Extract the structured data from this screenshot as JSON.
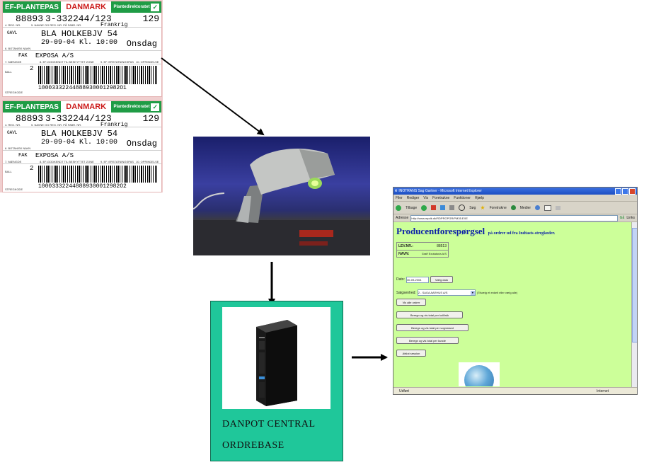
{
  "labels": [
    {
      "header_left": "EF-PLANTEPAS",
      "header_mid": "DANMARK",
      "header_right": "Plantedirektoratet",
      "header_check": "✓",
      "ref_no": "88893",
      "pass_no": "3-332244/123",
      "box_no": "129",
      "origin_country": "Frankrig",
      "addr_label": "GAVL",
      "addr": "BLA HOLKEBJV 54",
      "date_time": "29-09-04 Kl. 10:00",
      "weekday": "Onsdag",
      "sender_label": "FAK",
      "sender": "EXPOSA A/S",
      "count_label": "BALL",
      "count": "2",
      "barcode_text": "100033322448889300012982O1",
      "f4": "4. REG. NR.",
      "f5": "5. NAVNE OG REG. NR. PÅ FABR. NR.",
      "f6": "6. BOTANISK NAVN",
      "f7": "7. MÆNGDE",
      "f8": "8. EF-GODKENDT TIL BESKYTTET ZONE",
      "f9": "9. EF. ERSTATNINGSPAS",
      "f10": "10. OPRINDELSE",
      "f11": "STREGKODE"
    },
    {
      "header_left": "EF-PLANTEPAS",
      "header_mid": "DANMARK",
      "header_right": "Plantedirektoratet",
      "header_check": "✓",
      "ref_no": "88893",
      "pass_no": "3-332244/123",
      "box_no": "129",
      "origin_country": "Frankrig",
      "addr_label": "GAVL",
      "addr": "BLA HOLKEBJV 54",
      "date_time": "29-09-04 Kl. 10:00",
      "weekday": "Onsdag",
      "sender_label": "FAK",
      "sender": "EXPOSA A/S",
      "count_label": "BALL",
      "count": "2",
      "barcode_text": "100033322448889300012982O2",
      "f4": "4. REG. NR.",
      "f5": "5. NAVNE OG REG. NR. PÅ FABR. NR.",
      "f6": "6. BOTANISK NAVN",
      "f7": "7. MÆNGDE",
      "f8": "8. EF-GODKENDT TIL BESKYTTET ZONE",
      "f9": "9. EF. ERSTATNINGSPAS",
      "f10": "10. OPRINDELSE",
      "f11": "STREGKODE"
    }
  ],
  "server": {
    "caption_line1": "DANPOT CENTRAL",
    "caption_line2": "ORDREBASE"
  },
  "browser": {
    "title": "INOTRANS Sag Gartner - Microsoft Internet Explorer",
    "menu": [
      "Filer",
      "Rediger",
      "Vis",
      "Foretrukne",
      "Funktioner",
      "Hjælp"
    ],
    "toolbar_back": "Tilbage",
    "toolbar_search": "Søg",
    "toolbar_favorites": "Foretrukne",
    "toolbar_media": "Medier",
    "address_label": "Adresse",
    "address_value": "http://www.mpdk.dk/RDPROPGR/PM35.EXE",
    "go_label": "Gå",
    "links_label": "Links",
    "page_title": "Producentforespørgsel",
    "page_subtitle": "på ordrer ud fra Indtasts-stregkoder.",
    "lev_label": "LEV.NR.:",
    "lev_value": "88513",
    "navn_label": "NAVN:",
    "navn_value": "Graff Exotatoria A/S",
    "dato_label": "Dato:",
    "dato_value": "30-09-2004",
    "dato_button": "Vælg dato",
    "salg_label": "Salgsenhed:",
    "salg_value": "2 - SAGA AARHUS A/S",
    "salg_hint": "(Tilvælg et enkelt eller vælg alle)",
    "btn_vis": "Vis alle ordrer",
    "btn_total": "Beregn og vis total per kolli/stk",
    "btn_vogn": "Beregn og vis total per vognmand",
    "btn_kunde": "Beregn og vis total per kunde",
    "btn_afslut": "Afslut session",
    "status_left": "Udført",
    "status_right": "Internet"
  },
  "colors": {
    "label_green": "#1f9c45",
    "label_red": "#cc1a1a",
    "server_box": "#1fc79a",
    "page_bg": "#ccff99",
    "title_blue": "#0a1fa8"
  }
}
